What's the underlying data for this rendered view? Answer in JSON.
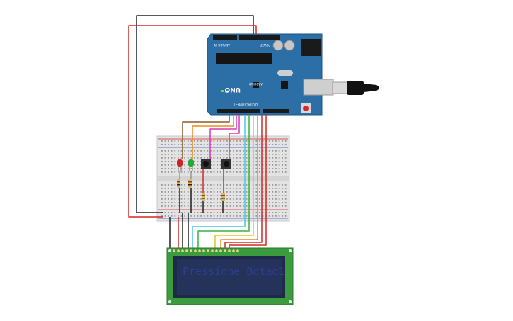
{
  "board": {
    "model_label": "UNO",
    "brand_label": "ARDUINO",
    "digital_label": "DIGITAL (PWM~)",
    "power_label": "POWER",
    "analog_label": "ANALOG IN",
    "on_label": "ON"
  },
  "lcd": {
    "display_text": "Pressione Botao1"
  },
  "colors": {
    "board": "#2b6fa6",
    "breadboard": "#e3e3e3",
    "lcd_pcb": "#3c9a3f",
    "lcd_screen": "#1e2a4a",
    "wire_red": "#d62828",
    "wire_black": "#222222",
    "wire_magenta": "#d63ab0",
    "wire_brown": "#8b5a2b",
    "wire_orange": "#f08a1c",
    "wire_yellow": "#e6c619",
    "wire_green": "#3cb043",
    "wire_cyan": "#4cc6e0",
    "led_red": "#cc2222",
    "led_green": "#22aa33"
  }
}
